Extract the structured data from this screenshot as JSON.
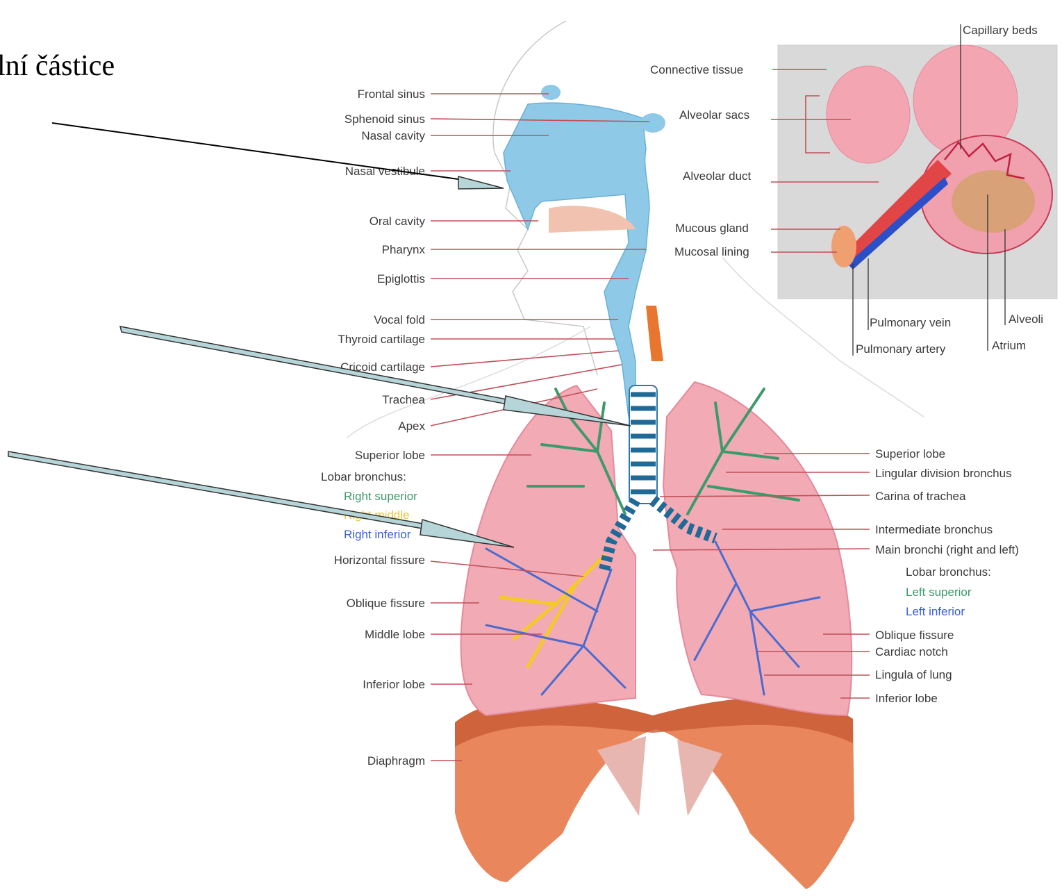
{
  "slide": {
    "title": "lní částice"
  },
  "labels_left": [
    "Frontal sinus",
    "Sphenoid sinus",
    "Nasal cavity",
    "Nasal vestibule",
    "Oral cavity",
    "Pharynx",
    "Epiglottis",
    "Vocal fold",
    "Thyroid cartilage",
    "Cricoid cartilage",
    "Trachea",
    "Apex",
    "Superior lobe",
    "Horizontal fissure",
    "Oblique fissure",
    "Middle lobe",
    "Inferior lobe",
    "Diaphragm"
  ],
  "lobar_left": {
    "heading": "Lobar bronchus:",
    "right_superior": "Right superior",
    "right_middle": "Right middle",
    "right_inferior": "Right inferior"
  },
  "labels_right": [
    "Superior lobe",
    "Lingular division bronchus",
    "Carina of trachea",
    "Intermediate bronchus",
    "Main bronchi (right and left)",
    "Oblique fissure",
    "Cardiac notch",
    "Lingula of lung",
    "Inferior lobe"
  ],
  "lobar_right": {
    "heading": "Lobar bronchus:",
    "left_superior": "Left superior",
    "left_inferior": "Left inferior"
  },
  "inset_labels": {
    "capillary_beds": "Capillary beds",
    "connective_tissue": "Connective tissue",
    "alveolar_sacs": "Alveolar sacs",
    "alveolar_duct": "Alveolar duct",
    "mucous_gland": "Mucous gland",
    "mucosal_lining": "Mucosal lining",
    "pulmonary_vein": "Pulmonary vein",
    "pulmonary_artery": "Pulmonary artery",
    "alveoli": "Alveoli",
    "atrium": "Atrium"
  },
  "colors": {
    "airway": "#8ec9e8",
    "lung": "#f2aab5",
    "diaphragm": "#e07a50",
    "bronchi_green": "#3d9a6a",
    "bronchi_yellow": "#f5c92a",
    "bronchi_blue": "#4a6bd0",
    "arrow_fill": "#b6d5d8",
    "leader": "#c0505a"
  }
}
